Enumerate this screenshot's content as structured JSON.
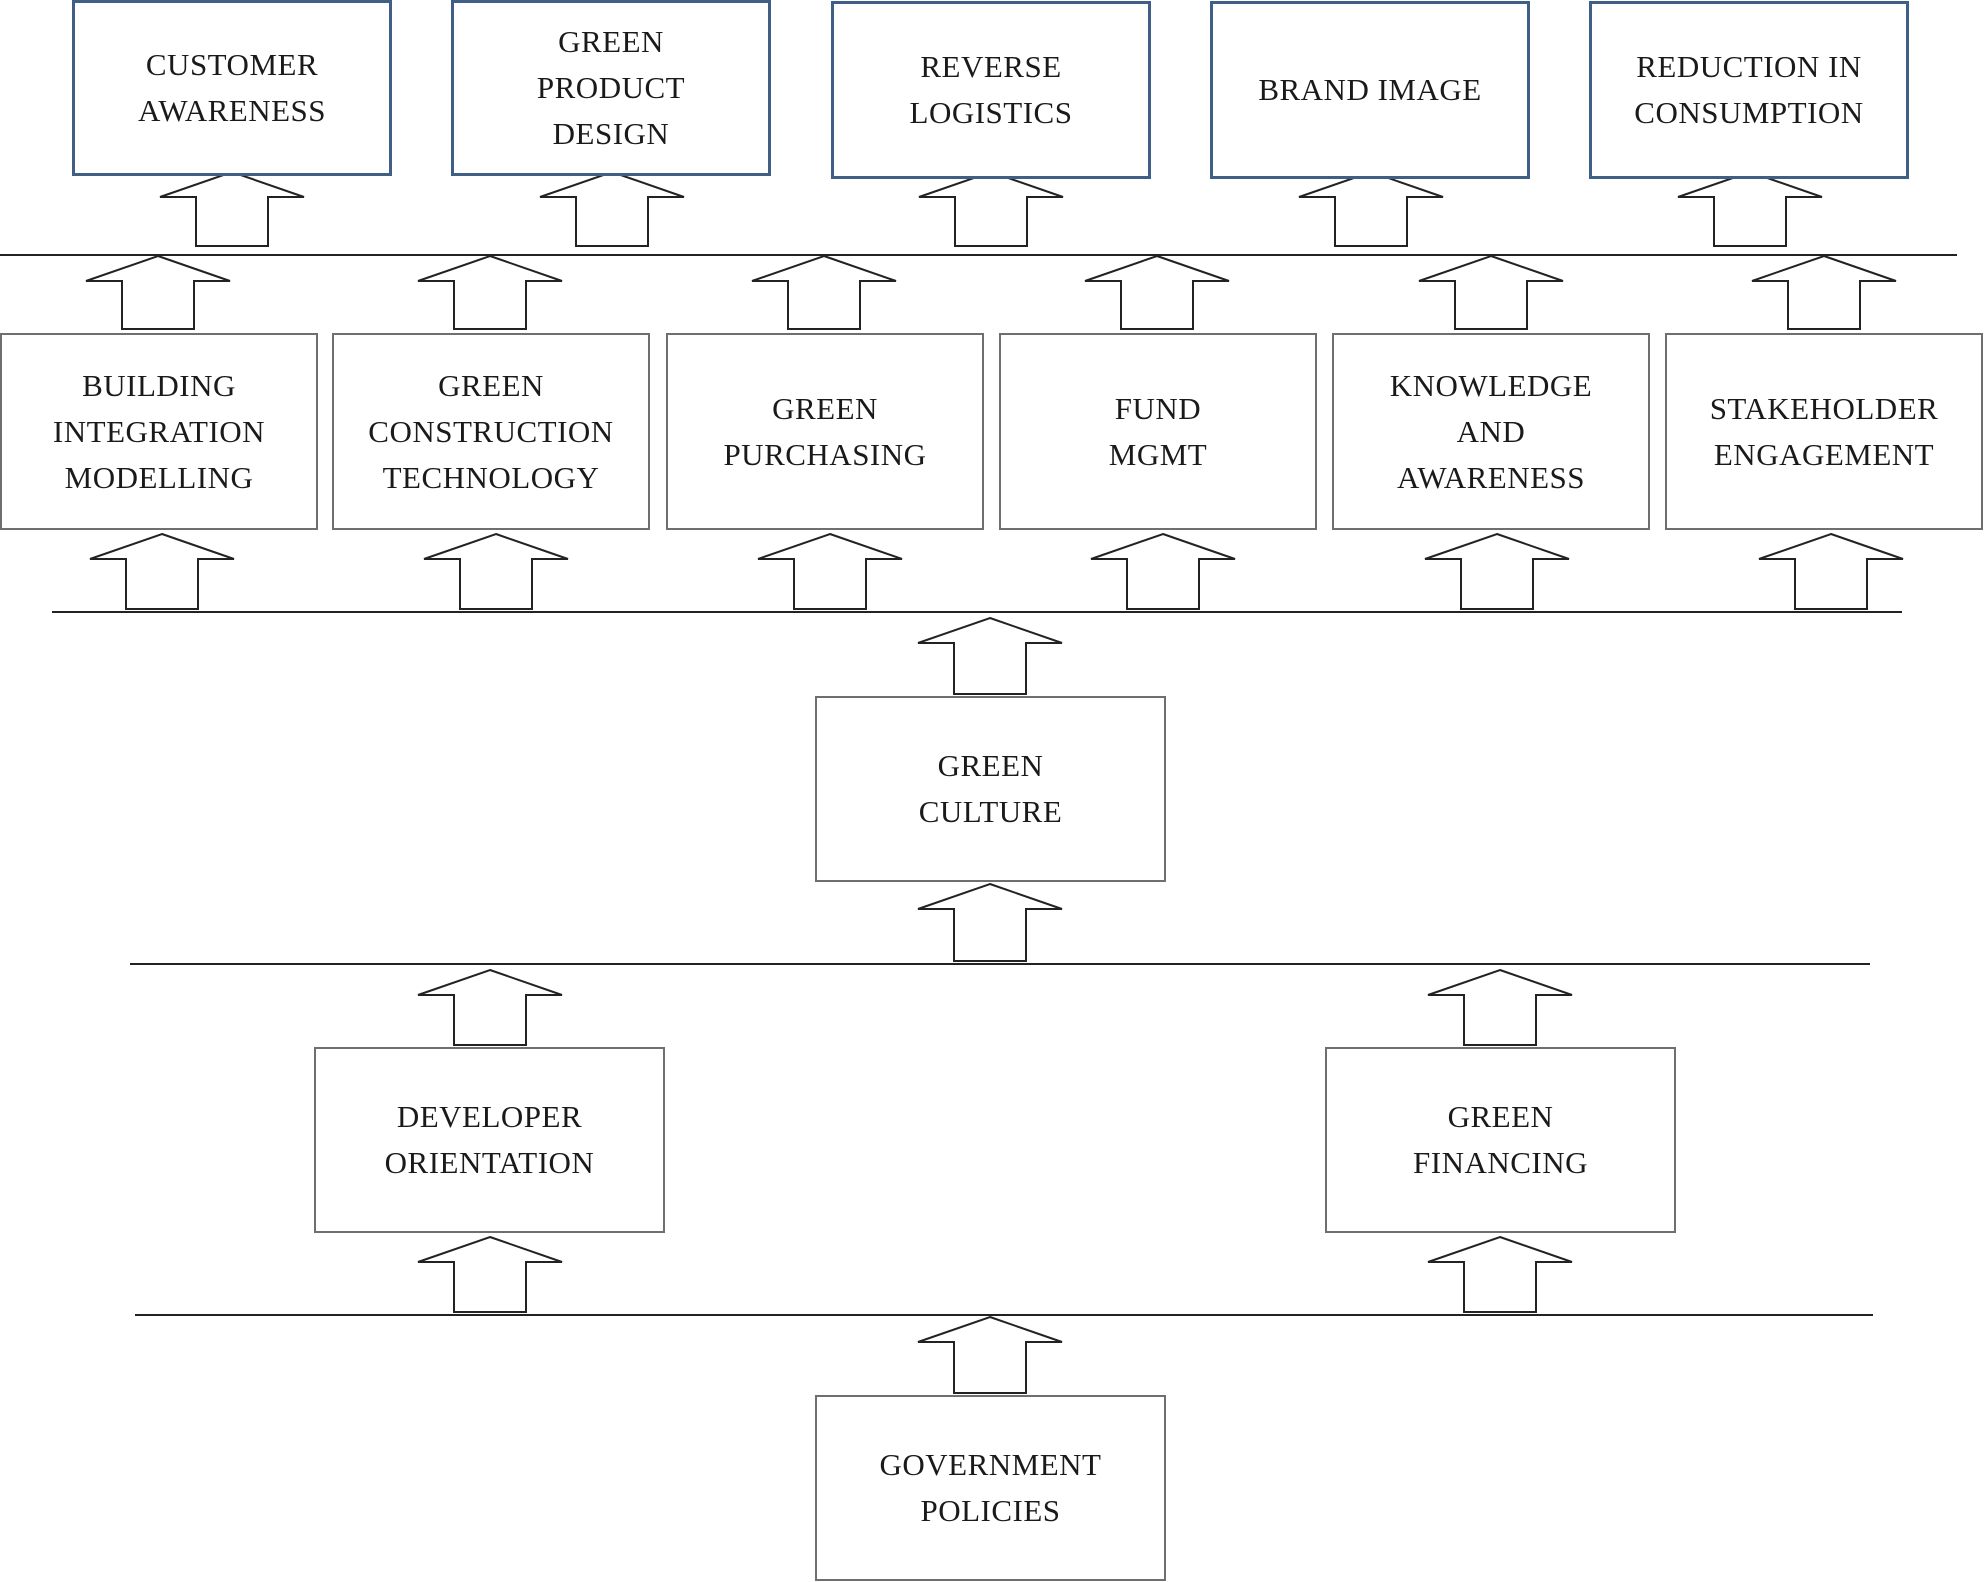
{
  "outcomes": {
    "customer_awareness": [
      "CUSTOMER",
      "AWARENESS"
    ],
    "green_product_design": [
      "GREEN",
      "PRODUCT",
      "DESIGN"
    ],
    "reverse_logistics": [
      "REVERSE",
      "LOGISTICS"
    ],
    "brand_image": [
      "BRAND IMAGE"
    ],
    "reduction_in_consumption": [
      "REDUCTION IN",
      "CONSUMPTION"
    ]
  },
  "practices": {
    "building_integration_modelling": [
      "BUILDING",
      "INTEGRATION",
      "MODELLING"
    ],
    "green_construction_technology": [
      "GREEN",
      "CONSTRUCTION",
      "TECHNOLOGY"
    ],
    "green_purchasing": [
      "GREEN",
      "PURCHASING"
    ],
    "fund_mgmt": [
      "FUND",
      "MGMT"
    ],
    "knowledge_and_awareness": [
      "KNOWLEDGE",
      "AND",
      "AWARENESS"
    ],
    "stakeholder_engagement": [
      "STAKEHOLDER",
      "ENGAGEMENT"
    ]
  },
  "core": {
    "green_culture": [
      "GREEN",
      "CULTURE"
    ]
  },
  "drivers": {
    "developer_orientation": [
      "DEVELOPER",
      "ORIENTATION"
    ],
    "green_financing": [
      "GREEN",
      "FINANCING"
    ]
  },
  "foundation": {
    "government_policies": [
      "GOVERNMENT",
      "POLICIES"
    ]
  },
  "colors": {
    "outcome_border": "#3f5f87",
    "box_border": "#6f6f6f",
    "line": "#222222",
    "arrow_stroke": "#222222",
    "text": "#1a1a1a"
  }
}
